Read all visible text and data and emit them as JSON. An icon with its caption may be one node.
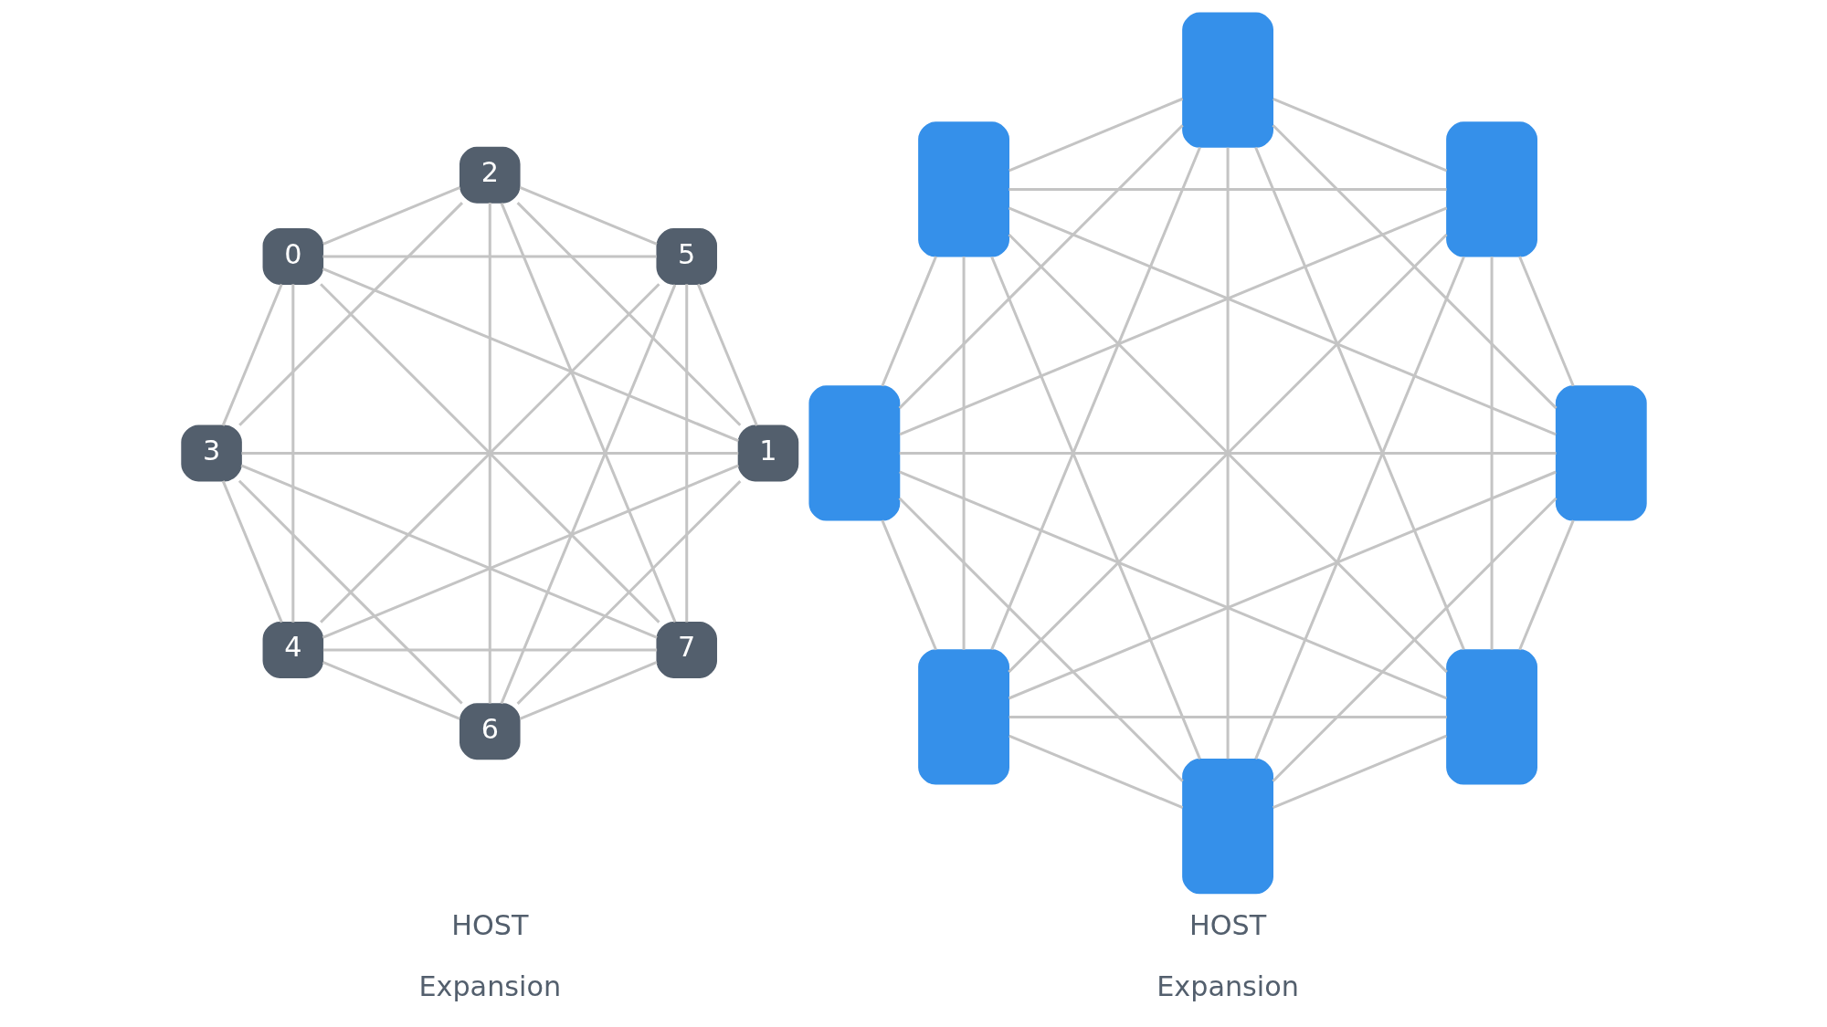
{
  "diagram": {
    "nodes": [
      {
        "text": [
          "0"
        ]
      },
      {
        "text": [
          "1"
        ]
      },
      {
        "text": [
          "3"
        ]
      },
      {
        "text": [
          "2"
        ]
      },
      {
        "text": [
          "4"
        ]
      },
      {
        "text": [
          "5"
        ]
      },
      {
        "text": [
          "7"
        ]
      },
      {
        "text": [
          "6"
        ]
      },
      {
        "text": [],
        "shape": "box"
      },
      {
        "text": [],
        "shape": "box"
      },
      {
        "text": [],
        "shape": "box"
      },
      {
        "text": [],
        "shape": "box"
      },
      {
        "text": [],
        "shape": "box"
      },
      {
        "text": [],
        "shape": "box"
      },
      {
        "text": [],
        "shape": "box"
      },
      {
        "text": [],
        "shape": "box"
      }
    ],
    "edges": [
      {
        "from": 0,
        "to": 2,
        "arrow": "none"
      },
      {
        "from": 2,
        "to": 4,
        "arrow": "none"
      },
      {
        "from": 4,
        "to": 6,
        "arrow": "none"
      },
      {
        "from": 6,
        "to": 7,
        "arrow": "none"
      },
      {
        "from": 7,
        "to": 5,
        "arrow": "none"
      },
      {
        "from": 5,
        "to": 3,
        "arrow": "none"
      },
      {
        "from": 3,
        "to": 1,
        "arrow": "none"
      },
      {
        "from": 1,
        "to": 0,
        "arrow": "none"
      },
      {
        "from": 0,
        "to": 4,
        "arrow": "none"
      },
      {
        "from": 2,
        "to": 6,
        "arrow": "none"
      },
      {
        "from": 4,
        "to": 7,
        "arrow": "none"
      },
      {
        "from": 6,
        "to": 5,
        "arrow": "none"
      },
      {
        "from": 7,
        "to": 3,
        "arrow": "none"
      },
      {
        "from": 5,
        "to": 1,
        "arrow": "none"
      },
      {
        "from": 3,
        "to": 0,
        "arrow": "none"
      },
      {
        "from": 1,
        "to": 2,
        "arrow": "none"
      },
      {
        "from": 0,
        "to": 6,
        "arrow": "none"
      },
      {
        "from": 2,
        "to": 7,
        "arrow": "none"
      },
      {
        "from": 4,
        "to": 5,
        "arrow": "none"
      },
      {
        "from": 6,
        "to": 3,
        "arrow": "none"
      },
      {
        "from": 7,
        "to": 1,
        "arrow": "none"
      },
      {
        "from": 5,
        "to": 0,
        "arrow": "none"
      },
      {
        "from": 3,
        "to": 2,
        "arrow": "none"
      },
      {
        "from": 1,
        "to": 4,
        "arrow": "none"
      },
      {
        "from": 8,
        "to": 9,
        "arrow": "none"
      },
      {
        "from": 8,
        "to": 10,
        "arrow": "none"
      },
      {
        "from": 8,
        "to": 11,
        "arrow": "none"
      },
      {
        "from": 8,
        "to": 12,
        "arrow": "none"
      },
      {
        "from": 8,
        "to": 13,
        "arrow": "none"
      },
      {
        "from": 8,
        "to": 14,
        "arrow": "none"
      },
      {
        "from": 8,
        "to": 15,
        "arrow": "none"
      },
      {
        "from": 9,
        "to": 10,
        "arrow": "none"
      },
      {
        "from": 9,
        "to": 11,
        "arrow": "none"
      },
      {
        "from": 9,
        "to": 12,
        "arrow": "none"
      },
      {
        "from": 9,
        "to": 13,
        "arrow": "none"
      },
      {
        "from": 9,
        "to": 14,
        "arrow": "none"
      },
      {
        "from": 9,
        "to": 15,
        "arrow": "none"
      },
      {
        "from": 10,
        "to": 11,
        "arrow": "none"
      },
      {
        "from": 10,
        "to": 12,
        "arrow": "none"
      },
      {
        "from": 10,
        "to": 13,
        "arrow": "none"
      },
      {
        "from": 10,
        "to": 14,
        "arrow": "none"
      },
      {
        "from": 10,
        "to": 15,
        "arrow": "none"
      },
      {
        "from": 11,
        "to": 12,
        "arrow": "none"
      },
      {
        "from": 11,
        "to": 13,
        "arrow": "none"
      },
      {
        "from": 11,
        "to": 14,
        "arrow": "none"
      },
      {
        "from": 11,
        "to": 15,
        "arrow": "none"
      },
      {
        "from": 12,
        "to": 13,
        "arrow": "none"
      },
      {
        "from": 12,
        "to": 14,
        "arrow": "none"
      },
      {
        "from": 12,
        "to": 15,
        "arrow": "none"
      },
      {
        "from": 13,
        "to": 14,
        "arrow": "none"
      },
      {
        "from": 13,
        "to": 15,
        "arrow": "none"
      },
      {
        "from": 14,
        "to": 15,
        "arrow": "none"
      }
    ],
    "labels": [
      "HOST",
      "HOST",
      "Expansion",
      "Expansion"
    ]
  }
}
